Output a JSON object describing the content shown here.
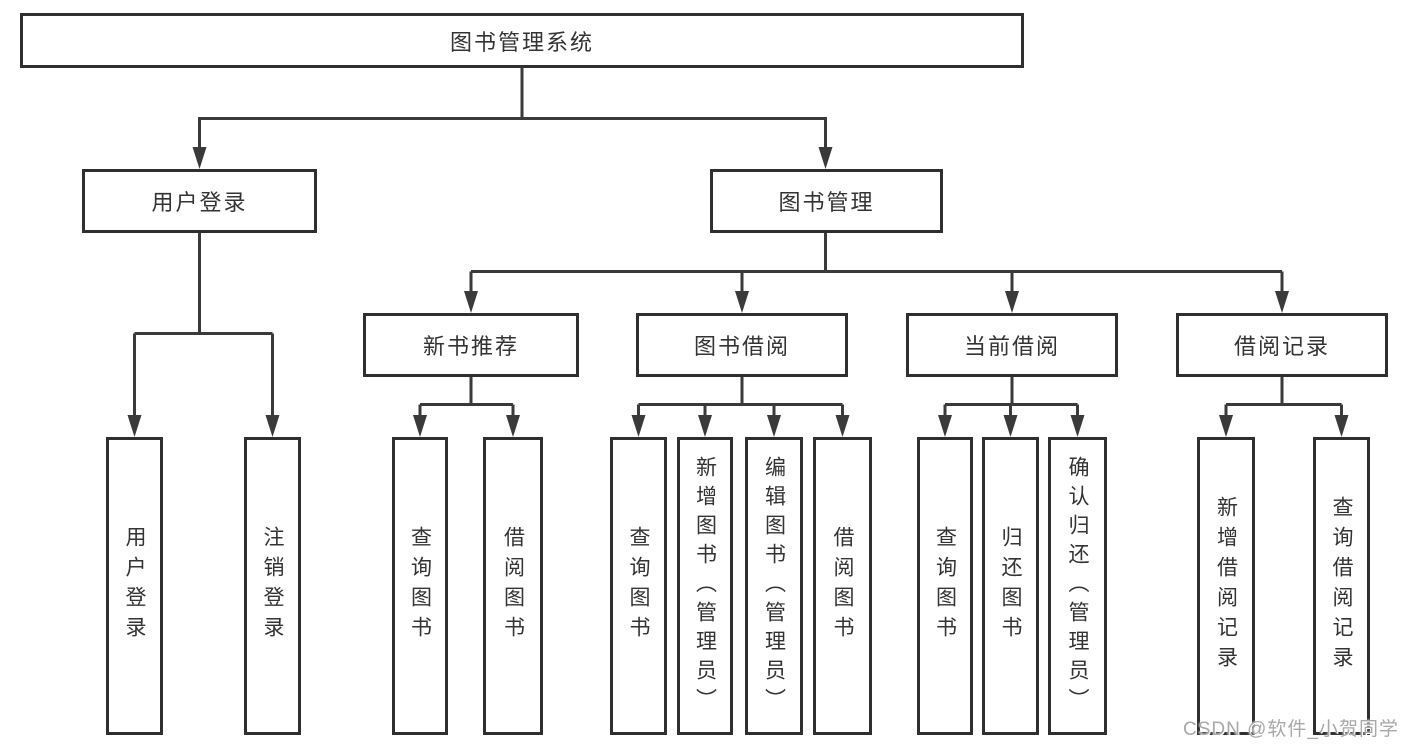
{
  "diagram": {
    "type": "hierarchy-tree",
    "title": "图书管理系统",
    "watermark": "CSDN @软件_小贺同学",
    "colors": {
      "background": "#ffffff",
      "box_border": "#2f2f2f",
      "box_fill": "#ffffff",
      "connector_line": "#3a3a3a",
      "label_text": "#333333",
      "watermark_text": "#a8a8a8"
    },
    "tree": {
      "root": {
        "label": "图书管理系统"
      },
      "branches": [
        {
          "label": "用户登录",
          "children": [
            "用户登录",
            "注销登录"
          ]
        },
        {
          "label": "图书管理",
          "groups": [
            {
              "label": "新书推荐",
              "children": [
                "查询图书",
                "借阅图书"
              ]
            },
            {
              "label": "图书借阅",
              "children": [
                "查询图书",
                "新增图书（管理员）",
                "编辑图书（管理员）",
                "借阅图书"
              ]
            },
            {
              "label": "当前借阅",
              "children": [
                "查询图书",
                "归还图书",
                "确认归还（管理员）"
              ]
            },
            {
              "label": "借阅记录",
              "children": [
                "新增借阅记录",
                "查询借阅记录"
              ]
            }
          ]
        }
      ]
    }
  }
}
